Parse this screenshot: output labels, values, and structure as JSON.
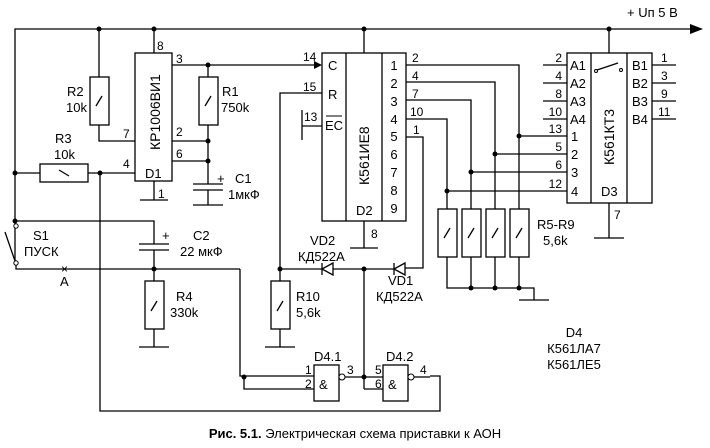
{
  "figure": {
    "caption_prefix": "Рис. 5.1.",
    "caption_text": " Электрическая схема приставки к АОН",
    "supply_label": "+ Uп 5 В"
  },
  "components": {
    "R1": {
      "ref": "R1",
      "value": "750k"
    },
    "R2": {
      "ref": "R2",
      "value": "10k"
    },
    "R3": {
      "ref": "R3",
      "value": "10k"
    },
    "R4": {
      "ref": "R4",
      "value": "330k"
    },
    "R5R9": {
      "ref": "R5-R9",
      "value": "5,6k"
    },
    "R10": {
      "ref": "R10",
      "value": "5,6k"
    },
    "C1": {
      "ref": "C1",
      "value": "1мкФ",
      "polarity": "+"
    },
    "C2": {
      "ref": "C2",
      "value": "22 мкФ",
      "polarity": "+"
    },
    "S1": {
      "ref": "S1",
      "name": "ПУСК"
    },
    "pointA": {
      "label": "A"
    },
    "VD1": {
      "ref": "VD1",
      "part": "КД522А"
    },
    "VD2": {
      "ref": "VD2",
      "part": "КД522А"
    },
    "D1": {
      "ref": "D1",
      "part": "КР1006ВИ1",
      "pins": {
        "p8": "8",
        "p3": "3",
        "p7": "7",
        "p2": "2",
        "p6": "6",
        "p4": "4",
        "p1": "1"
      }
    },
    "D2": {
      "ref": "D2",
      "part": "К561ИЕ8",
      "inputs": {
        "C": "C",
        "R": "R",
        "EC": "EC",
        "pC": "14",
        "pR": "15",
        "pEC": "13"
      },
      "outputs": [
        "1",
        "2",
        "3",
        "4",
        "5",
        "6",
        "7",
        "8",
        "9"
      ],
      "out_pins": [
        "2",
        "4",
        "7",
        "10",
        "1"
      ],
      "gnd_pin": "8"
    },
    "D3": {
      "ref": "D3",
      "part": "К561КТ3",
      "a_labels": [
        "A1",
        "A2",
        "A3",
        "A4"
      ],
      "a_pins": [
        "2",
        "4",
        "8",
        "10"
      ],
      "c_labels": [
        "1",
        "2",
        "3",
        "4"
      ],
      "c_pins": [
        "13",
        "5",
        "6",
        "12"
      ],
      "b_labels": [
        "B1",
        "B2",
        "B3",
        "B4"
      ],
      "b_pins": [
        "1",
        "3",
        "9",
        "11"
      ],
      "gnd_pin": "7"
    },
    "D4": {
      "ref": "D4",
      "parts": [
        "К561ЛА7",
        "К561ЛЕ5"
      ],
      "g1": {
        "ref": "D4.1",
        "in1": "1",
        "in2": "2",
        "out": "3",
        "sym": "&"
      },
      "g2": {
        "ref": "D4.2",
        "in1": "5",
        "in2": "6",
        "out": "4",
        "sym": "&"
      }
    }
  }
}
